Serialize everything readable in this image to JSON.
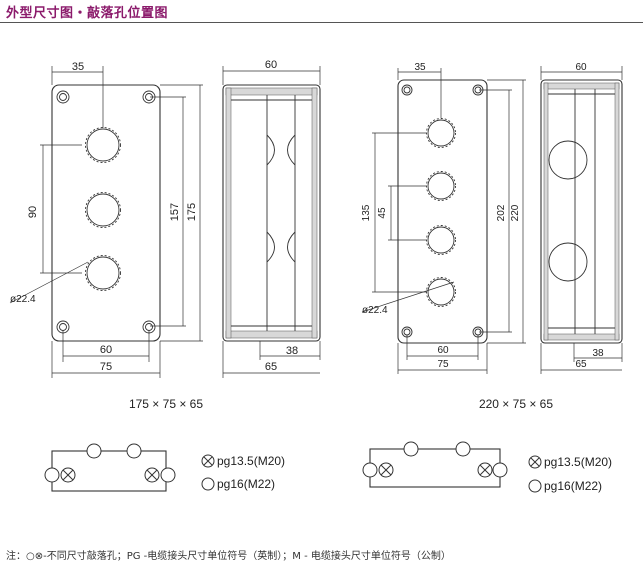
{
  "title": "外型尺寸图・敲落孔位置图",
  "note": "注：○⊗-不同尺寸敲落孔；PG -电缆接头尺寸单位符号（英制）；M - 电缆接头尺寸单位符号（公制）",
  "box_small": {
    "caption": "175 × 75 × 65",
    "dims": {
      "top_width": "35",
      "spacing": "90",
      "diameter": "ø22.4",
      "bottom_inner": "60",
      "bottom_outer": "75",
      "height_inner": "157",
      "height_outer": "175",
      "side_top": "60",
      "side_inner": "38",
      "side_outer": "65"
    }
  },
  "box_large": {
    "caption": "220 × 75 × 65",
    "dims": {
      "top_width": "35",
      "spacing_outer": "135",
      "spacing_inner": "45",
      "diameter": "ø22.4",
      "bottom_inner": "60",
      "bottom_outer": "75",
      "height_inner": "202",
      "height_outer": "220",
      "side_top": "60",
      "side_inner": "38",
      "side_outer": "65"
    }
  },
  "legend": {
    "cross": "pg13.5(M20)",
    "circle": "pg16(M22)"
  }
}
